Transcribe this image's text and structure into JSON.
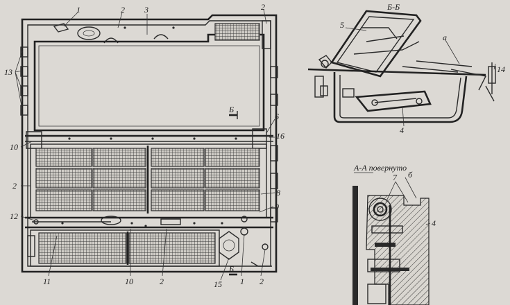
{
  "front_view": {
    "callouts": [
      "1",
      "2",
      "3",
      "2",
      "13",
      "Б",
      "6",
      "16",
      "10",
      "2",
      "8",
      "9",
      "12",
      "11",
      "10",
      "2",
      "1",
      "2",
      "15",
      "Б"
    ]
  },
  "section_bb": {
    "title": "Б-Б",
    "callouts": [
      "5",
      "а",
      "14",
      "4"
    ]
  },
  "section_aa": {
    "title": "А-А повернуто",
    "callouts": [
      "7",
      "б",
      "4"
    ]
  }
}
